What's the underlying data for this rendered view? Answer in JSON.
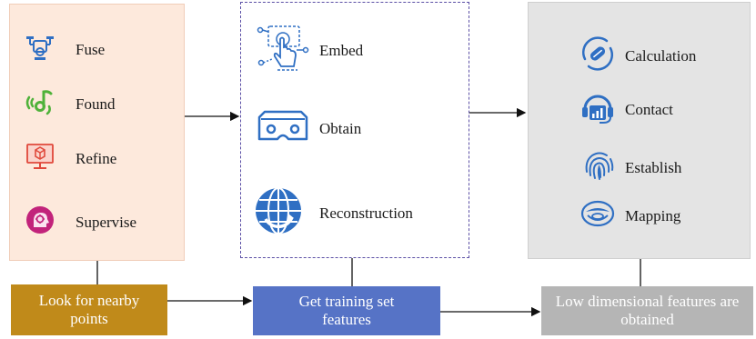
{
  "panel1": {
    "items": [
      {
        "label": "Fuse",
        "icon": "drone-icon"
      },
      {
        "label": "Found",
        "icon": "signal-note-icon"
      },
      {
        "label": "Refine",
        "icon": "monitor-box-icon"
      },
      {
        "label": "Supervise",
        "icon": "head-chip-icon"
      }
    ]
  },
  "panel2": {
    "items": [
      {
        "label": "Embed",
        "icon": "touch-network-icon"
      },
      {
        "label": "Obtain",
        "icon": "vr-headset-icon"
      },
      {
        "label": "Reconstruction",
        "icon": "globe-refresh-icon"
      }
    ]
  },
  "panel3": {
    "items": [
      {
        "label": "Calculation",
        "icon": "pill-circle-icon"
      },
      {
        "label": "Contact",
        "icon": "headset-chart-icon"
      },
      {
        "label": "Establish",
        "icon": "fingerprint-icon"
      },
      {
        "label": "Mapping",
        "icon": "mouth-icon"
      }
    ]
  },
  "bottom": {
    "box1": "Look for nearby points",
    "box2": "Get training set features",
    "box3": "Low dimensional features are obtained"
  },
  "colors": {
    "panel1_bg": "#fde9dc",
    "panel2_border": "#5b4fa5",
    "panel3_bg": "#e4e4e4",
    "box1": "#c08a1a",
    "box2": "#5673c6",
    "box3": "#b5b5b5",
    "icon_blue": "#2f6fc3",
    "icon_green": "#4fb23a",
    "icon_red": "#e0483b",
    "icon_magenta": "#c2237b"
  }
}
